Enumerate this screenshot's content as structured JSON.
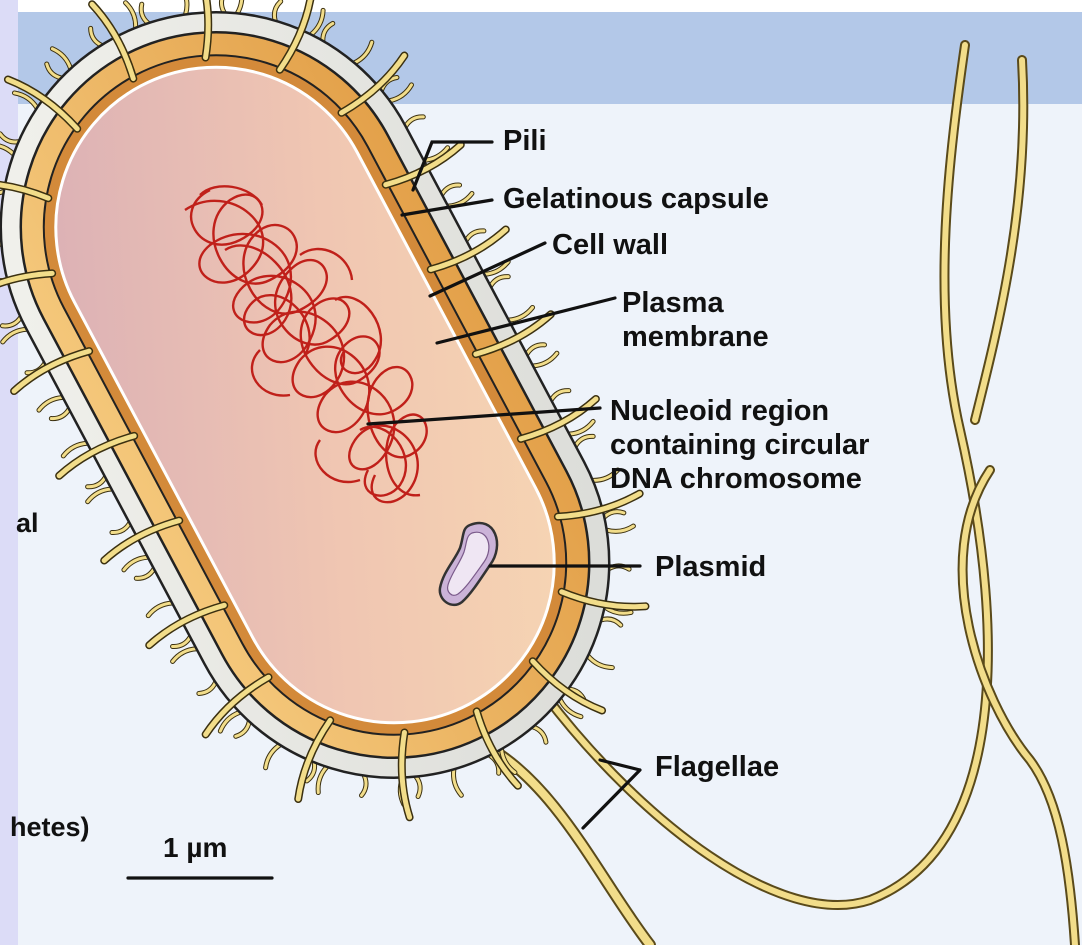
{
  "labels": {
    "pili": "Pili",
    "capsule": "Gelatinous capsule",
    "cell_wall": "Cell wall",
    "plasma_membrane": "Plasma\nmembrane",
    "nucleoid": "Nucleoid region\ncontaining circular\nDNA chromosome",
    "plasmid": "Plasmid",
    "flagellae": "Flagellae"
  },
  "side_fragments": {
    "top": "al",
    "bottom": "hetes)"
  },
  "scale_bar": "1 µm",
  "colors": {
    "page_bg": "#eef3fa",
    "header_band": "#b3c8e8",
    "left_strip": "#dcdcf7",
    "cytoplasm": "#f1c8b0",
    "capsule": "#e8e8e2",
    "cell_wall": "#e4a94e",
    "dna": "#c0201a",
    "plasmid": "#cbb3d8",
    "appendage": "#f2dd8a"
  }
}
